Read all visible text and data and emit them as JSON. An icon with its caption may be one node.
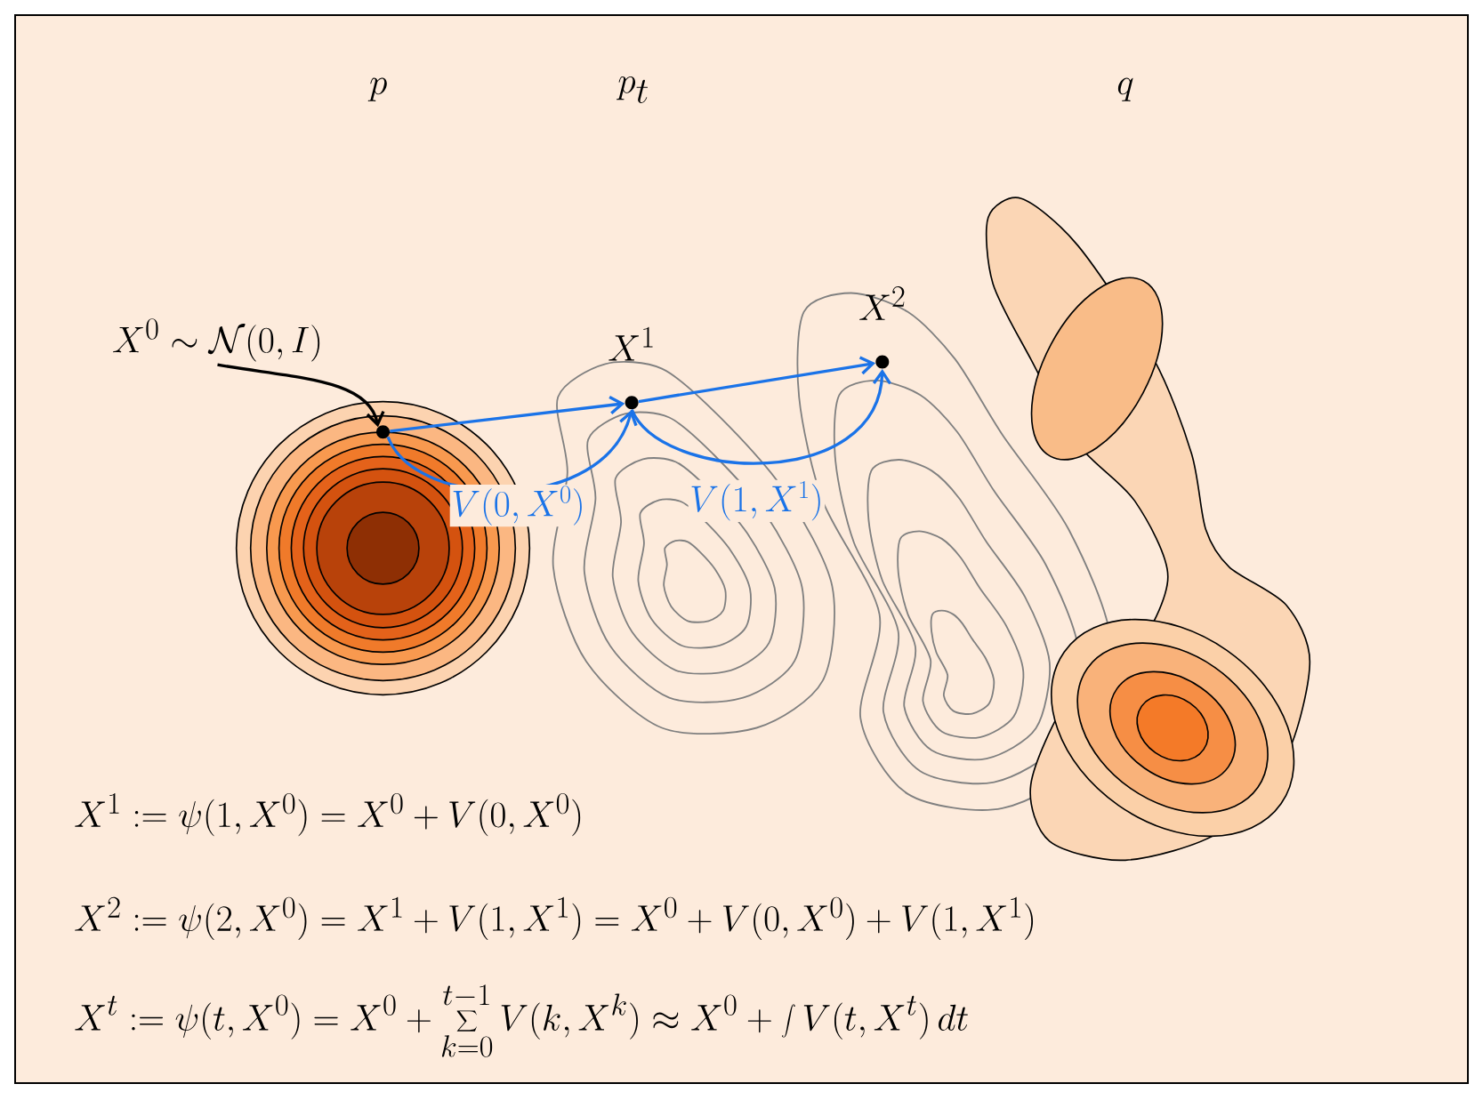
{
  "diagram": {
    "nodes": [
      {
        "text": [
          "X^0 \\sim \\mathcal{N}(0,I)"
        ]
      },
      {
        "text": [],
        "shape": "circle"
      },
      {
        "text": [
          "X^1"
        ]
      },
      {
        "text": [
          "X^2"
        ]
      }
    ],
    "edges": [
      {
        "from": 0,
        "to": 1,
        "arrow": "to",
        "color": "#000000"
      },
      {
        "from": 1,
        "to": 2,
        "arrow": "to"
      },
      {
        "from": 2,
        "to": 3,
        "arrow": "to"
      },
      {
        "from": 1,
        "to": 2,
        "arrow": "to",
        "label": "V(0,X^0)"
      },
      {
        "from": 2,
        "to": 3,
        "arrow": "to",
        "label": "V(1,X^1)"
      }
    ],
    "labels": [
      "p",
      "p_t",
      "q",
      "X^1 := \\psi(1,X^0) = X^0 + V(0,X^0)",
      "X^2 := \\psi(2,X^0) = X^1 + V(1,X^1) = X^0 + V(0,X^0) + V(1,X^1)",
      "X^t := \\psi(t,X^0) = X^0 + \\sum_{k=0}^{t-1} V(k,X^k) \\approx X^0 + \\int V(t,X^t)\\, dt"
    ]
  }
}
